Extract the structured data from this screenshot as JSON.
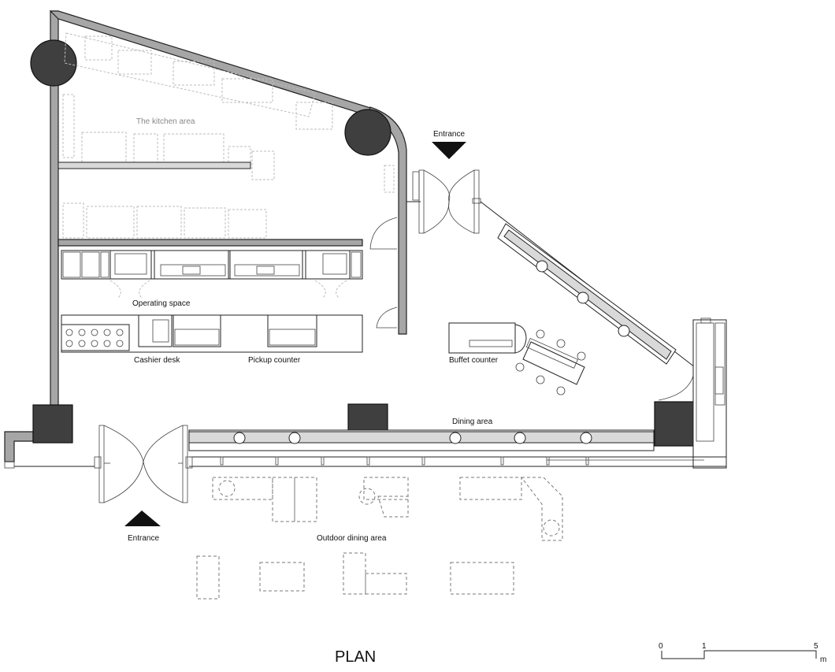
{
  "plan": {
    "title": "PLAN",
    "labels": {
      "kitchen": "The kitchen area",
      "operating": "Operating space",
      "cashier": "Cashier desk",
      "pickup": "Pickup counter",
      "buffet": "Buffet counter",
      "dining": "Dining area",
      "outdoor": "Outdoor dining area",
      "entrance_top": "Entrance",
      "entrance_bottom": "Entrance"
    },
    "scale": {
      "tick_0": "0",
      "tick_1": "1",
      "tick_5": "5",
      "unit": "m"
    }
  }
}
